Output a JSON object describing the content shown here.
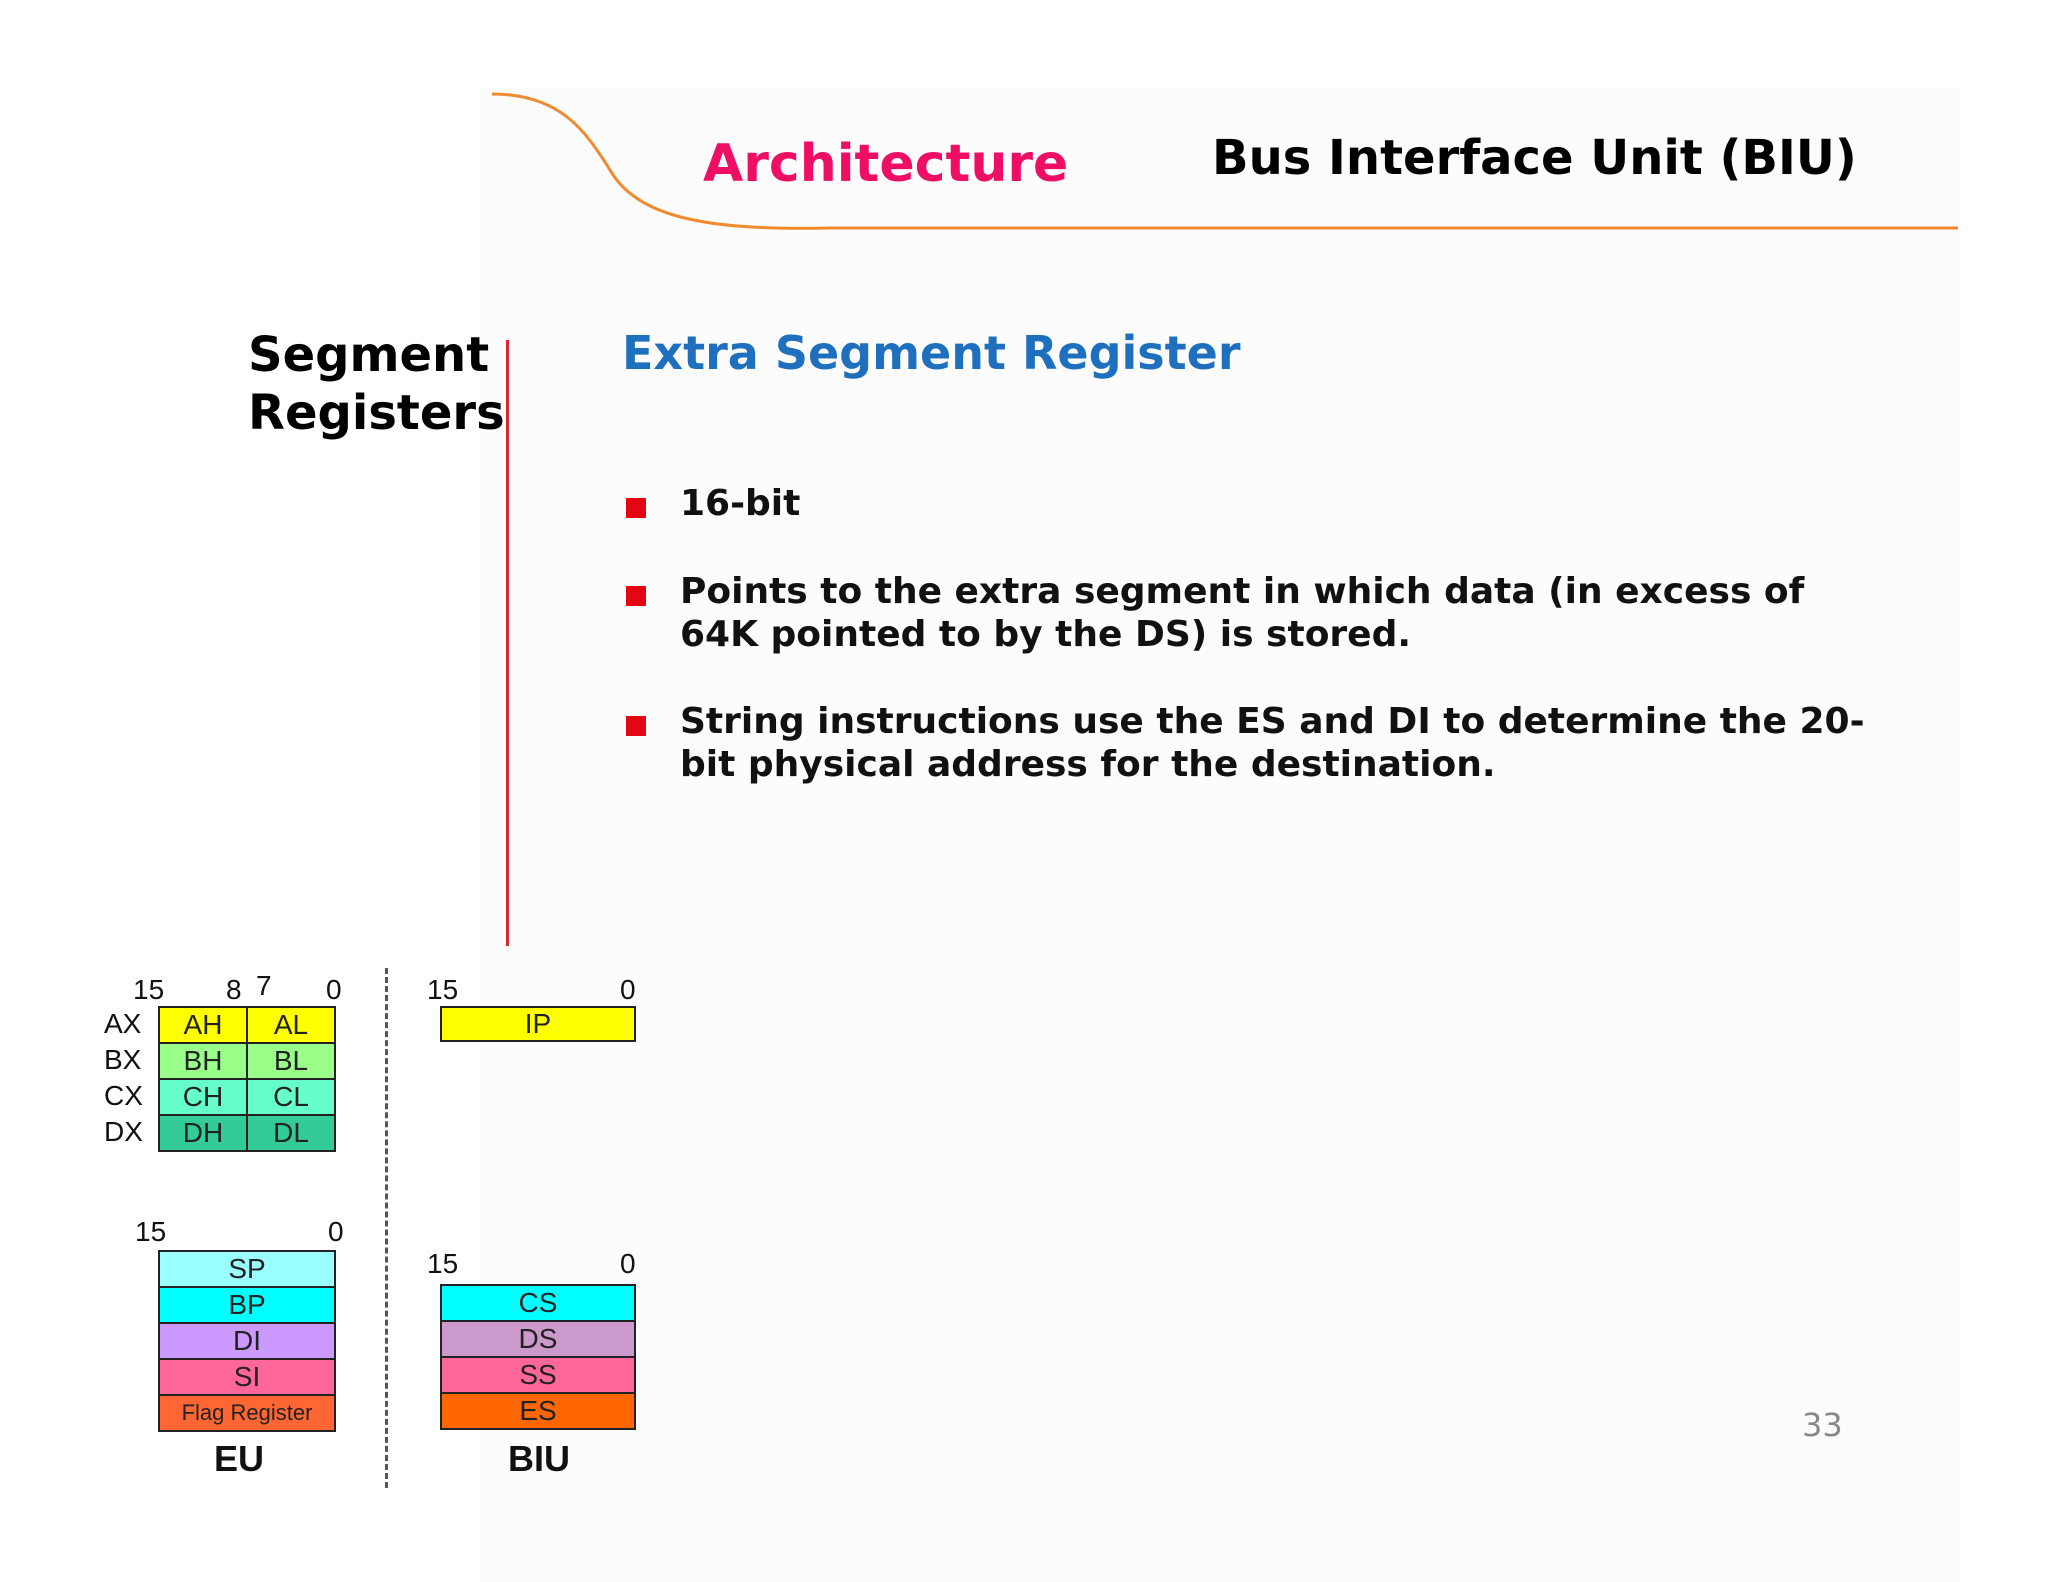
{
  "header": {
    "left_title": "Architecture",
    "right_title": "Bus Interface Unit (BIU)"
  },
  "section": {
    "title_line1": "Segment",
    "title_line2": "Registers"
  },
  "topic": "Extra Segment Register",
  "bullets": [
    "16-bit",
    "Points to the extra segment in which data (in excess of 64K pointed to by the DS) is stored.",
    "String instructions use the ES and DI to determine the 20-bit physical address for the destination."
  ],
  "page_number": "33",
  "diagram": {
    "gp_bits": {
      "b15": "15",
      "b8": "8",
      "b7": "7",
      "b0": "0"
    },
    "gp_rows": [
      {
        "name": "AX",
        "high": "AH",
        "low": "AL",
        "color": "#ffff00"
      },
      {
        "name": "BX",
        "high": "BH",
        "low": "BL",
        "color": "#99ff88"
      },
      {
        "name": "CX",
        "high": "CH",
        "low": "CL",
        "color": "#66ffcc"
      },
      {
        "name": "DX",
        "high": "DH",
        "low": "DL",
        "color": "#33cc99"
      }
    ],
    "ptr_bits": {
      "b15": "15",
      "b0": "0"
    },
    "ptr_rows": [
      {
        "label": "SP",
        "color": "#99ffff"
      },
      {
        "label": "BP",
        "color": "#00ffff"
      },
      {
        "label": "DI",
        "color": "#cc99ff"
      },
      {
        "label": "SI",
        "color": "#ff6699"
      },
      {
        "label": "Flag Register",
        "color": "#ff6633"
      }
    ],
    "ip_bits": {
      "b15": "15",
      "b0": "0"
    },
    "ip": {
      "label": "IP",
      "color": "#ffff00"
    },
    "seg_bits": {
      "b15": "15",
      "b0": "0"
    },
    "seg_rows": [
      {
        "label": "CS",
        "color": "#00ffff"
      },
      {
        "label": "DS",
        "color": "#cc99cc"
      },
      {
        "label": "SS",
        "color": "#ff6699"
      },
      {
        "label": "ES",
        "color": "#ff6600"
      }
    ],
    "eu_label": "EU",
    "biu_label": "BIU"
  }
}
